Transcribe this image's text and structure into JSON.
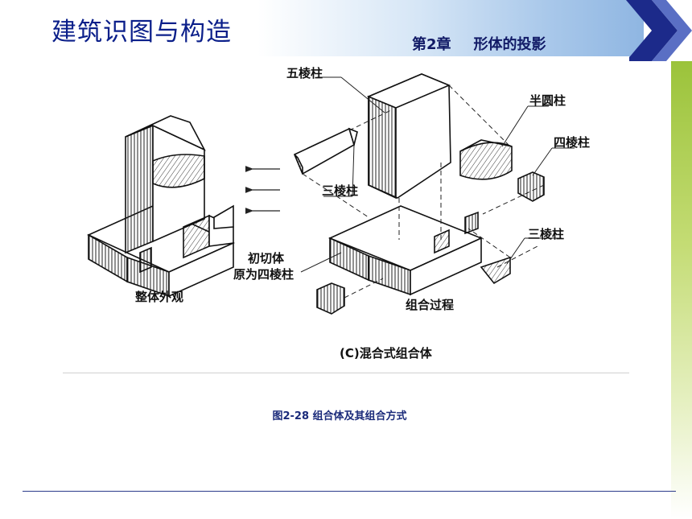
{
  "header": {
    "title": "建筑识图与构造",
    "chapter_number": "第2章",
    "chapter_title": "形体的投影"
  },
  "figure": {
    "labels": {
      "pentagonal_prism": "五棱柱",
      "half_cylinder": "半圆柱",
      "square_prism": "四棱柱",
      "triangular_prism_upper": "三棱柱",
      "triangular_prism_lower": "三棱柱",
      "initial_cut_line1": "初切体",
      "initial_cut_line2": "原为四棱柱",
      "overall_view": "整体外观",
      "combination_process": "组合过程",
      "subcaption": "(C)混合式组合体"
    }
  },
  "caption": "图2-28  组合体及其组合方式",
  "colors": {
    "title": "#0b1f8a",
    "chevron_dark": "#1c2a8a",
    "green_bar": "#9bc33a",
    "footer_line": "#2b3a8a"
  }
}
